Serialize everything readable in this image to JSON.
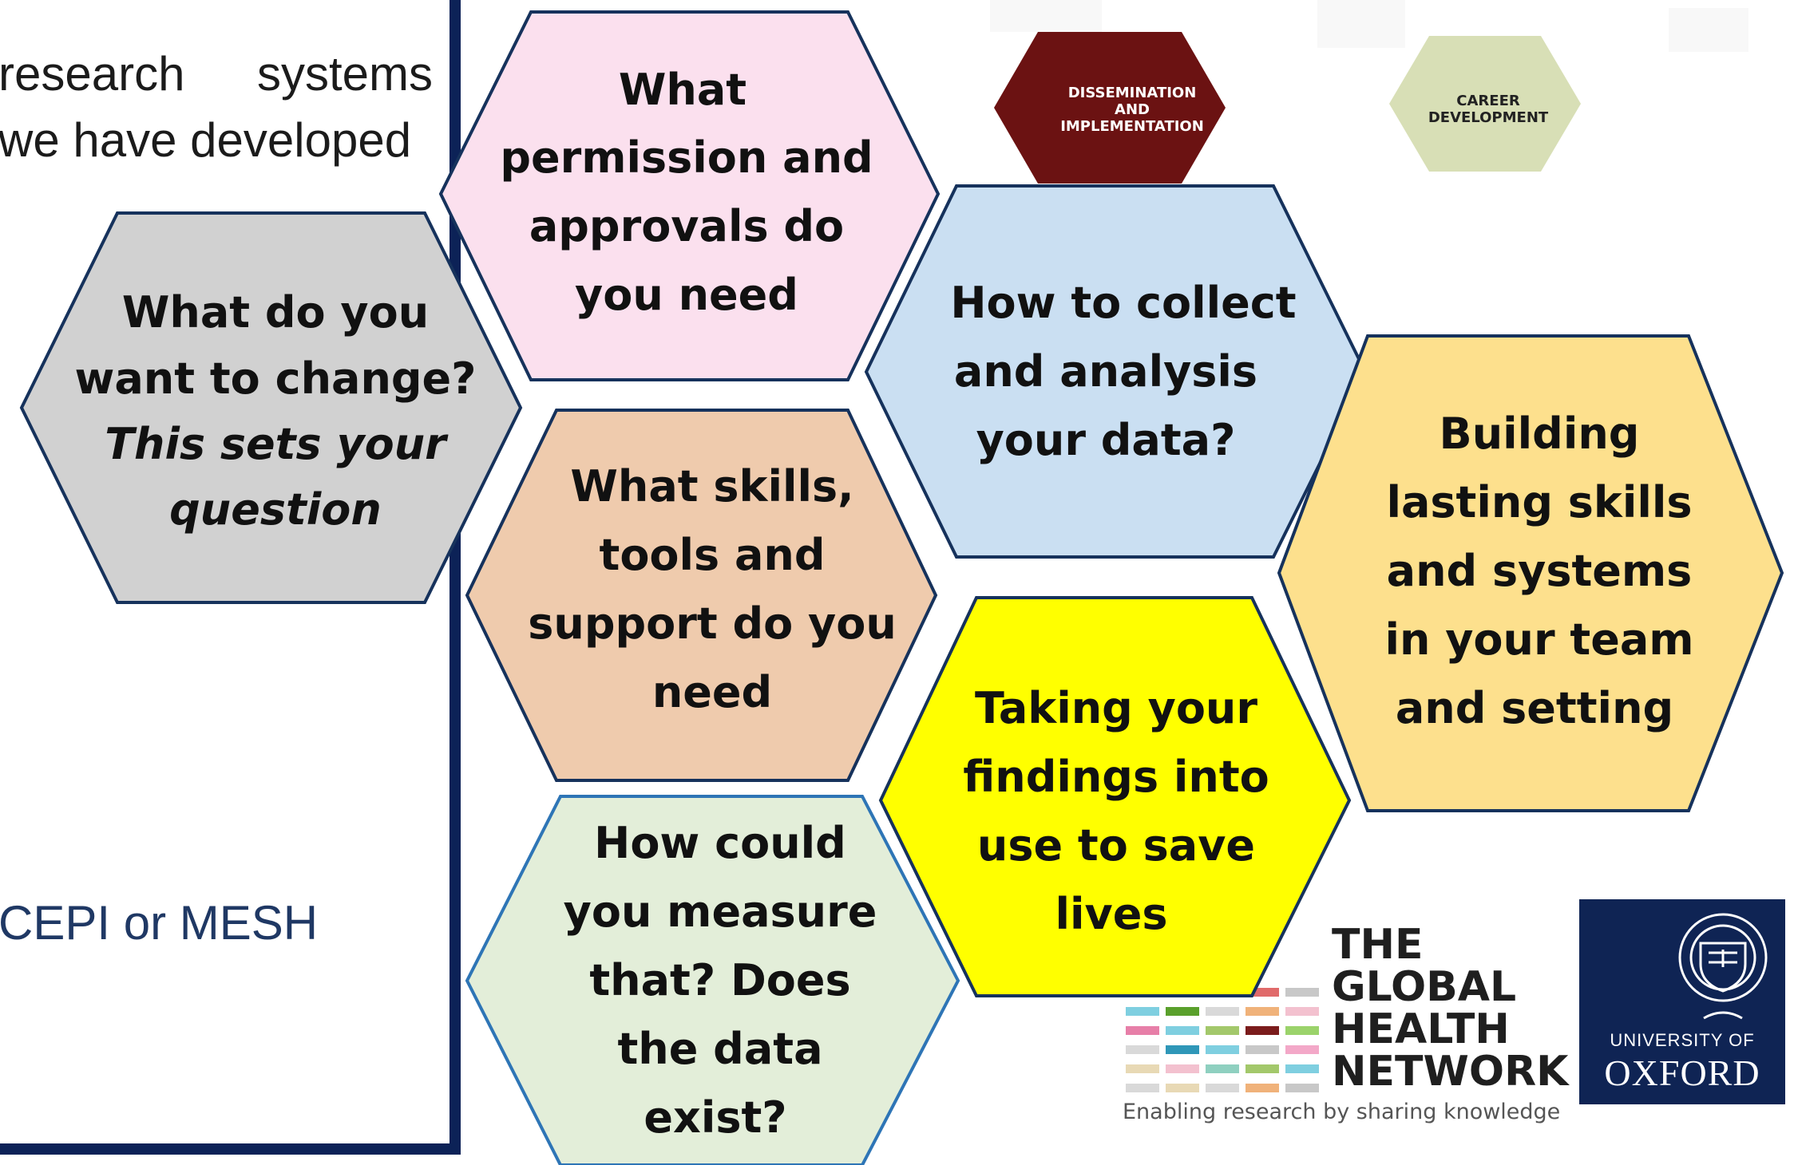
{
  "background_text": {
    "line1_left": "research",
    "line1_right": "systems",
    "line2": "we have developed",
    "bottom_left": "CEPI or MESH"
  },
  "hexagons": [
    {
      "id": "question",
      "lines": [
        {
          "text": "What do you",
          "italic": false
        },
        {
          "text": "want to change?",
          "italic": false
        },
        {
          "text": "This sets your",
          "italic": true
        },
        {
          "text": "question",
          "italic": true
        }
      ],
      "fill": "#d1d1d1"
    },
    {
      "id": "permissions",
      "lines": [
        {
          "text": "What",
          "italic": false
        },
        {
          "text": "permission and",
          "italic": false
        },
        {
          "text": "approvals do",
          "italic": false
        },
        {
          "text": "you need",
          "italic": false
        }
      ],
      "fill": "#fbe0ee"
    },
    {
      "id": "collect",
      "lines": [
        {
          "text": "How to collect",
          "italic": false
        },
        {
          "text": "and analysis",
          "italic": false
        },
        {
          "text": "your data?",
          "italic": false
        }
      ],
      "fill": "#cadff2"
    },
    {
      "id": "skills",
      "lines": [
        {
          "text": "What skills,",
          "italic": false
        },
        {
          "text": "tools and",
          "italic": false
        },
        {
          "text": "support do you",
          "italic": false
        },
        {
          "text": "need",
          "italic": false
        }
      ],
      "fill": "#efcbad"
    },
    {
      "id": "building",
      "lines": [
        {
          "text": "Building",
          "italic": false
        },
        {
          "text": "lasting skills",
          "italic": false
        },
        {
          "text": "and systems",
          "italic": false
        },
        {
          "text": "in your team",
          "italic": false
        },
        {
          "text": "and setting",
          "italic": false
        }
      ],
      "fill": "#fde08d"
    },
    {
      "id": "findings",
      "lines": [
        {
          "text": "Taking your",
          "italic": false
        },
        {
          "text": "findings into",
          "italic": false
        },
        {
          "text": "use to save",
          "italic": false
        },
        {
          "text": "lives",
          "italic": false
        }
      ],
      "fill": "#ffff00"
    },
    {
      "id": "measure",
      "lines": [
        {
          "text": "How could",
          "italic": false
        },
        {
          "text": "you measure",
          "italic": false
        },
        {
          "text": "that? Does",
          "italic": false
        },
        {
          "text": "the data",
          "italic": false
        },
        {
          "text": "exist?",
          "italic": false
        }
      ],
      "fill": "#e3eed9"
    }
  ],
  "background_hexagons": [
    {
      "id": "dissemination",
      "lines": [
        "DISSEMINATION",
        "AND",
        "IMPLEMENTATION"
      ],
      "fill": "#6b1212",
      "text_color": "#ffffff"
    },
    {
      "id": "career",
      "lines": [
        "CAREER",
        "DEVELOPMENT"
      ],
      "fill": "#d8dfb6",
      "text_color": "#222222"
    }
  ],
  "logos": {
    "global_health": {
      "lines": [
        "THE",
        "GLOBAL",
        "HEALTH",
        "NETWORK"
      ],
      "tagline": "Enabling research by sharing knowledge"
    },
    "oxford": {
      "line1": "UNIVERSITY OF",
      "line2": "OXFORD",
      "background": "#0f2454"
    }
  },
  "colors": {
    "hex_border": "#16325c",
    "panel_border": "#0c2257",
    "accent_text": "#1f3864"
  }
}
